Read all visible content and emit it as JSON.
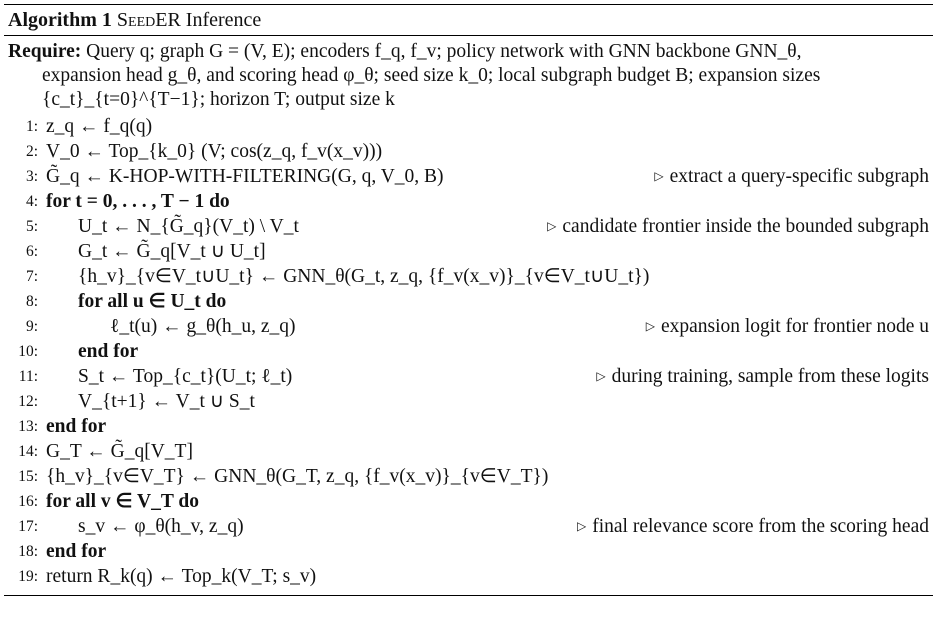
{
  "algorithm": {
    "label": "Algorithm 1",
    "name": "SeedER",
    "name_suffix": "Inference",
    "require_keyword": "Require:",
    "require_line1": "Query q; graph G = (V, E); encoders f_q, f_v; policy network with GNN backbone GNN_θ,",
    "require_line2": "expansion head g_θ, and scoring head φ_θ; seed size k_0; local subgraph budget B; expansion sizes",
    "require_line3": "{c_t}_{t=0}^{T−1}; horizon T; output size k"
  },
  "lines": [
    {
      "no": "1:",
      "code": "z_q ← f_q(q)",
      "comment": ""
    },
    {
      "no": "2:",
      "code": "V_0 ← Top_{k_0} (V; cos(z_q, f_v(x_v)))",
      "comment": ""
    },
    {
      "no": "3:",
      "code": "G̃_q ← K-HOP-WITH-FILTERING(G, q, V_0, B)",
      "comment": "extract a query-specific subgraph"
    },
    {
      "no": "4:",
      "code": "for t = 0, . . . , T − 1 do",
      "comment": ""
    },
    {
      "no": "5:",
      "code": "U_t ← N_{G̃_q}(V_t) \\ V_t",
      "comment": "candidate frontier inside the bounded subgraph"
    },
    {
      "no": "6:",
      "code": "G_t ← G̃_q[V_t ∪ U_t]",
      "comment": ""
    },
    {
      "no": "7:",
      "code": "{h_v}_{v∈V_t∪U_t} ← GNN_θ(G_t, z_q, {f_v(x_v)}_{v∈V_t∪U_t})",
      "comment": ""
    },
    {
      "no": "8:",
      "code": "for all u ∈ U_t do",
      "comment": ""
    },
    {
      "no": "9:",
      "code": "ℓ_t(u) ← g_θ(h_u, z_q)",
      "comment": "expansion logit for frontier node u"
    },
    {
      "no": "10:",
      "code": "end for",
      "comment": ""
    },
    {
      "no": "11:",
      "code": "S_t ← Top_{c_t}(U_t; ℓ_t)",
      "comment": "during training, sample from these logits"
    },
    {
      "no": "12:",
      "code": "V_{t+1} ← V_t ∪ S_t",
      "comment": ""
    },
    {
      "no": "13:",
      "code": "end for",
      "comment": ""
    },
    {
      "no": "14:",
      "code": "G_T ← G̃_q[V_T]",
      "comment": ""
    },
    {
      "no": "15:",
      "code": "{h_v}_{v∈V_T} ← GNN_θ(G_T, z_q, {f_v(x_v)}_{v∈V_T})",
      "comment": ""
    },
    {
      "no": "16:",
      "code": "for all v ∈ V_T do",
      "comment": ""
    },
    {
      "no": "17:",
      "code": "s_v ← φ_θ(h_v, z_q)",
      "comment": "final relevance score from the scoring head"
    },
    {
      "no": "18:",
      "code": "end for",
      "comment": ""
    },
    {
      "no": "19:",
      "code": "return R_k(q) ← Top_k(V_T; s_v)",
      "comment": ""
    }
  ]
}
